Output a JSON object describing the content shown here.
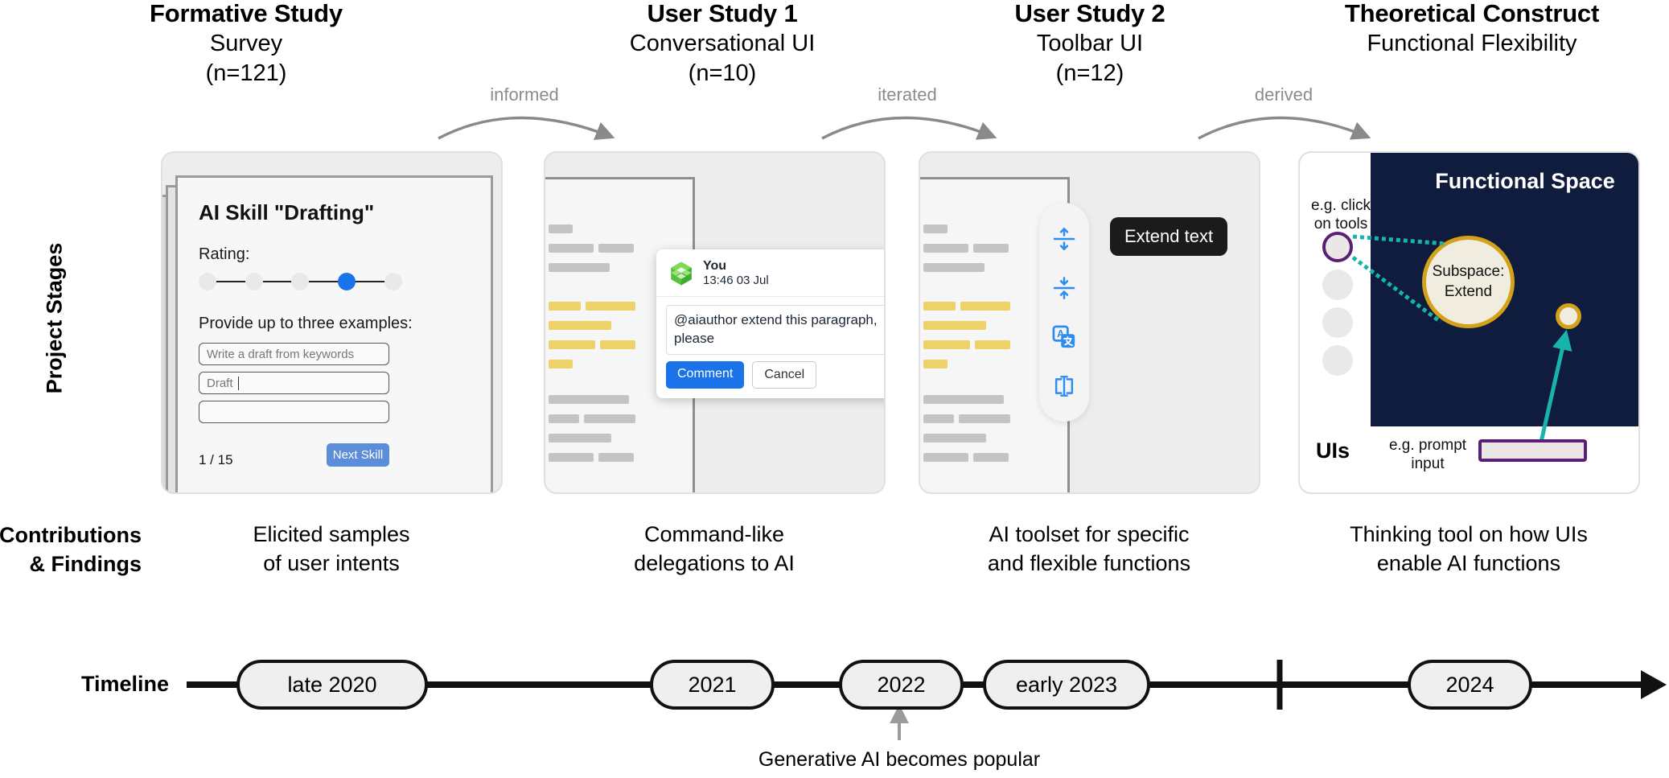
{
  "stages_label": "Project Stages",
  "columns": [
    {
      "title": "Formative Study",
      "subtitle": "Survey",
      "n": "(n=121)"
    },
    {
      "title": "User Study 1",
      "subtitle": "Conversational UI",
      "n": "(n=10)"
    },
    {
      "title": "User Study 2",
      "subtitle": "Toolbar UI",
      "n": "(n=12)"
    },
    {
      "title": "Theoretical Construct",
      "subtitle": "Functional Flexibility",
      "n": ""
    }
  ],
  "arrows": [
    {
      "label": "informed"
    },
    {
      "label": "iterated"
    },
    {
      "label": "derived"
    }
  ],
  "survey": {
    "title": "AI Skill \"Drafting\"",
    "rating_label": "Rating:",
    "rating_scale": 5,
    "rating_selected": 4,
    "examples_label": "Provide up to three examples:",
    "example_inputs": [
      {
        "value": "",
        "placeholder": "Write a draft from keywords"
      },
      {
        "value": "Draft",
        "placeholder": "",
        "caret": true
      },
      {
        "value": "",
        "placeholder": ""
      }
    ],
    "page_counter": "1 / 15",
    "next_label": "Next Skill"
  },
  "conversational": {
    "popup": {
      "author": "You",
      "timestamp": "13:46 03 Jul",
      "comment_text": "@aiauthor extend this paragraph, please",
      "primary_label": "Comment",
      "secondary_label": "Cancel"
    }
  },
  "toolbar": {
    "tooltip": "Extend text",
    "tools": [
      {
        "name": "extend-text-icon"
      },
      {
        "name": "shorten-text-icon"
      },
      {
        "name": "translate-icon"
      },
      {
        "name": "rephrase-icon"
      }
    ]
  },
  "functional_space": {
    "title": "Functional Space",
    "uis_label": "UIs",
    "note_tools": "e.g. click\non tools",
    "note_prompt": "e.g. prompt\ninput",
    "subspace_label": "Subspace:\nExtend"
  },
  "contributions_label": "Contributions\n& Findings",
  "contributions": [
    "Elicited samples\nof user intents",
    "Command-like\ndelegations to AI",
    "AI toolset for specific\nand flexible functions",
    "Thinking tool on how UIs\nenable AI functions"
  ],
  "timeline_label": "Timeline",
  "timeline": [
    {
      "label": "late 2020"
    },
    {
      "label": "2021"
    },
    {
      "label": "2022"
    },
    {
      "label": "early 2023"
    },
    {
      "label": "2024"
    }
  ],
  "timeline_note": "Generative AI becomes popular",
  "colors": {
    "accent_blue": "#1a73e8",
    "button_blue": "#5b8dd9",
    "highlight_yellow": "#edd367",
    "doc_gray": "#c4c4c4",
    "space_navy": "#101c3d",
    "gold": "#d3a21a",
    "purple": "#5b2076",
    "teal": "#17b3ac"
  }
}
